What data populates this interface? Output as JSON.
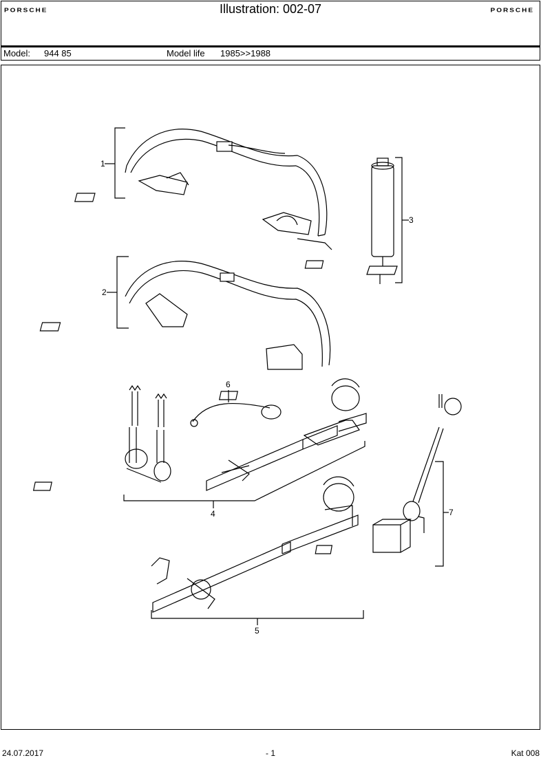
{
  "header": {
    "brand_left": "PORSCHE",
    "brand_right": "PORSCHE",
    "title": "Illustration: 002-07"
  },
  "model_bar": {
    "model_label": "Model:",
    "model_value": "944 85",
    "life_label": "Model life",
    "life_value": "1985>>1988"
  },
  "parts": {
    "p1": "1",
    "p2": "2",
    "p3": "3",
    "p4": "4",
    "p5": "5",
    "p6": "6",
    "p7": "7"
  },
  "footer": {
    "date": "24.07.2017",
    "page": "- 1",
    "catalog": "Kat 008"
  }
}
